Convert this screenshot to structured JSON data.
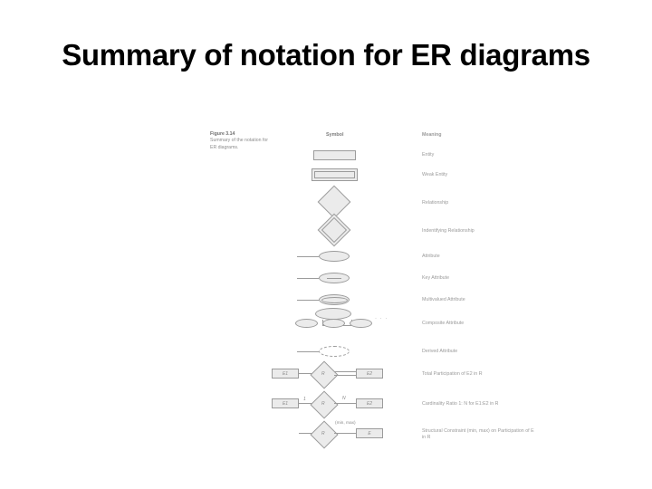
{
  "slide": {
    "title": "Summary of notation for ER diagrams"
  },
  "figure": {
    "caption_number": "Figure 3.14",
    "caption_text": "Summary of the notation for ER diagrams.",
    "columns": {
      "symbol": "Symbol",
      "meaning": "Meaning"
    },
    "rows": [
      {
        "meaning": "Entity"
      },
      {
        "meaning": "Weak Entity"
      },
      {
        "meaning": "Relationship"
      },
      {
        "meaning": "Indentifying Relationship"
      },
      {
        "meaning": "Attribute"
      },
      {
        "meaning": "Key Attribute"
      },
      {
        "meaning": "Multivalued Attribute"
      },
      {
        "meaning": "Composite Attribute"
      },
      {
        "meaning": "Derived Attribute"
      },
      {
        "meaning": "Total Participation of E2 in R"
      },
      {
        "meaning": "Cardinality Ratio 1: N for E1:E2 in R"
      },
      {
        "meaning": "Structural Constraint (min, max) on Participation of E in R"
      }
    ],
    "labels": {
      "e1": "E1",
      "e2": "E2",
      "e": "E",
      "r": "R",
      "one": "1",
      "n": "N",
      "minmax": "(min, max)"
    }
  }
}
